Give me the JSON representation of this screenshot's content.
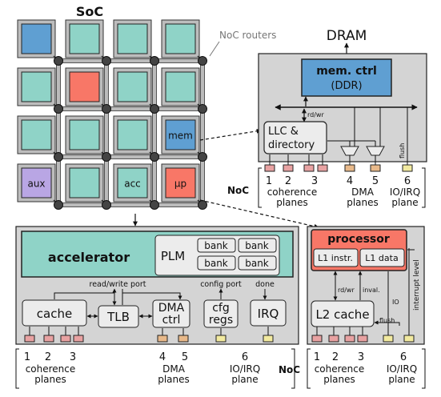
{
  "soc": {
    "title": "SoC",
    "noc_routers_label": "NoC routers",
    "tiles": [
      {
        "row": 0,
        "col": 0,
        "color": "#5f9fd2",
        "label": ""
      },
      {
        "row": 0,
        "col": 1,
        "color": "#8fd3c7",
        "label": ""
      },
      {
        "row": 0,
        "col": 2,
        "color": "#8fd3c7",
        "label": ""
      },
      {
        "row": 0,
        "col": 3,
        "color": "#8fd3c7",
        "label": ""
      },
      {
        "row": 1,
        "col": 0,
        "color": "#8fd3c7",
        "label": ""
      },
      {
        "row": 1,
        "col": 1,
        "color": "#f87767",
        "label": ""
      },
      {
        "row": 1,
        "col": 2,
        "color": "#8fd3c7",
        "label": ""
      },
      {
        "row": 1,
        "col": 3,
        "color": "#8fd3c7",
        "label": ""
      },
      {
        "row": 2,
        "col": 0,
        "color": "#8fd3c7",
        "label": ""
      },
      {
        "row": 2,
        "col": 1,
        "color": "#8fd3c7",
        "label": ""
      },
      {
        "row": 2,
        "col": 2,
        "color": "#8fd3c7",
        "label": ""
      },
      {
        "row": 2,
        "col": 3,
        "color": "#5f9fd2",
        "label": "mem"
      },
      {
        "row": 3,
        "col": 0,
        "color": "#b9a6e4",
        "label": "aux"
      },
      {
        "row": 3,
        "col": 1,
        "color": "#8fd3c7",
        "label": ""
      },
      {
        "row": 3,
        "col": 2,
        "color": "#8fd3c7",
        "label": "acc"
      },
      {
        "row": 3,
        "col": 3,
        "color": "#f87767",
        "label": "μp"
      }
    ]
  },
  "mem_tile": {
    "dram": "DRAM",
    "mem_ctrl": "mem. ctrl",
    "ddr": "(DDR)",
    "rdwr": "rd/wr",
    "llc_line1": "LLC &",
    "llc_line2": "directory",
    "flush": "flush",
    "noc": "NoC",
    "num_1": "1",
    "num_2": "2",
    "num_3": "3",
    "num_4": "4",
    "num_5": "5",
    "num_6": "6",
    "coherence_1": "coherence",
    "coherence_2": "planes",
    "dma_1": "DMA",
    "dma_2": "planes",
    "io_1": "IO/IRQ",
    "io_2": "plane"
  },
  "acc_tile": {
    "accelerator": "accelerator",
    "plm": "PLM",
    "bank": "bank",
    "rw_port": "read/write port",
    "config_port": "config port",
    "done": "done",
    "cache": "cache",
    "tlb": "TLB",
    "dma_1": "DMA",
    "dma_2": "ctrl",
    "cfg_1": "cfg",
    "cfg_2": "regs",
    "irq": "IRQ",
    "num_1": "1",
    "num_2": "2",
    "num_3": "3",
    "num_4": "4",
    "num_5": "5",
    "num_6": "6",
    "coherence_1": "coherence",
    "coherence_2": "planes",
    "dmap_1": "DMA",
    "dmap_2": "planes",
    "io_1": "IO/IRQ",
    "io_2": "plane"
  },
  "proc_tile": {
    "processor": "processor",
    "l1i": "L1 instr.",
    "l1d": "L1 data",
    "interrupt_level": "interrupt level",
    "rdwr": "rd/wr",
    "inval": "inval.",
    "io": "IO",
    "l2": "L2 cache",
    "flush": "flush",
    "noc": "NoC",
    "num_1": "1",
    "num_2": "2",
    "num_3": "3",
    "num_6": "6",
    "coherence_1": "coherence",
    "coherence_2": "planes",
    "io_1": "IO/IRQ",
    "io_2": "plane"
  },
  "colors": {
    "teal": "#8fd3c7",
    "blue": "#5f9fd2",
    "red": "#f87767",
    "purple": "#b9a6e4",
    "panel": "#d4d4d4",
    "box": "#ececec",
    "coh_port": "#e8a2a2",
    "dma_port": "#e8b98a",
    "io_port": "#f2eaa0"
  }
}
